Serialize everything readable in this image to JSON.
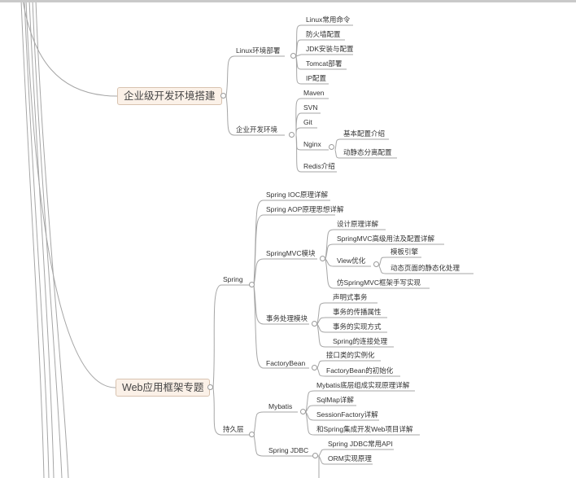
{
  "roots": {
    "env": "企业级开发环境搭建",
    "web": "Web应用框架专题"
  },
  "env": {
    "linux": "Linux环境部署",
    "linux_items": [
      "Linux常用命令",
      "防火墙配置",
      "JDK安装与配置",
      "Tomcat部署",
      "IP配置"
    ],
    "enterprise": "企业开发环境",
    "enterprise_items": [
      "Maven",
      "SVN",
      "Git",
      "Nginx",
      "Redis介绍"
    ],
    "nginx_items": [
      "基本配置介绍",
      "动静态分离配置"
    ]
  },
  "web": {
    "spring": "Spring",
    "spring_ioc": "Spring IOC原理详解",
    "spring_aop": "Spring AOP原理思想详解",
    "springmvc": "SpringMVC模块",
    "springmvc_items": [
      "设计原理详解",
      "SpringMVC高级用法及配置详解",
      "View优化",
      "仿SpringMVC框架手写实现"
    ],
    "view_items": [
      "模板引擎",
      "动态页面的静态化处理"
    ],
    "tx": "事务处理模块",
    "tx_items": [
      "声明式事务",
      "事务的传播属性",
      "事务的实现方式",
      "Spring的连接处理"
    ],
    "factorybean": "FactoryBean",
    "factorybean_items": [
      "接口类的实例化",
      "FactoryBean的初始化"
    ],
    "persistence": "持久层",
    "mybatis": "Mybatis",
    "mybatis_items": [
      "Mybatis底层组成实现原理详解",
      "SqlMap详解",
      "SessionFactory详解",
      "和Spring集成开发Web项目详解"
    ],
    "jdbc": "Spring JDBC",
    "jdbc_items": [
      "Spring JDBC常用API",
      "ORM实现原理"
    ]
  }
}
